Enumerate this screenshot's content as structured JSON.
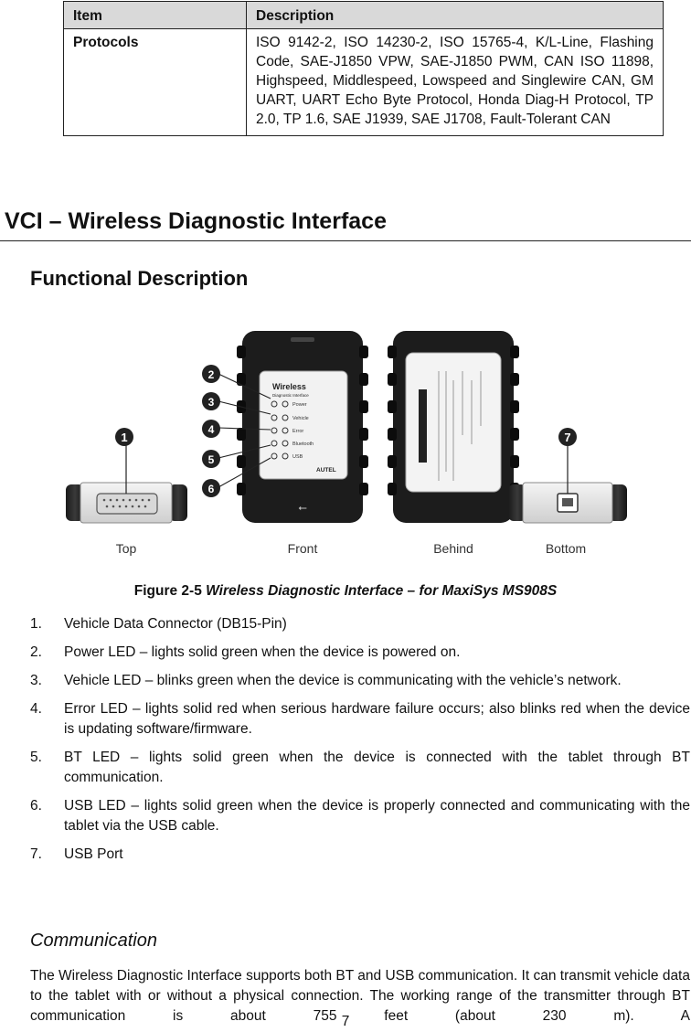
{
  "table": {
    "headers": [
      "Item",
      "Description"
    ],
    "rows": [
      {
        "item": "Protocols",
        "description": "ISO 9142-2, ISO 14230-2, ISO 15765-4, K/L-Line, Flashing Code, SAE-J1850 VPW, SAE-J1850 PWM, CAN ISO 11898, Highspeed, Middlespeed, Lowspeed and Singlewire CAN, GM UART, UART Echo Byte Protocol, Honda Diag-H Protocol, TP 2.0, TP 1.6, SAE J1939, SAE J1708, Fault-Tolerant CAN"
      }
    ]
  },
  "section_title": "VCI – Wireless Diagnostic Interface",
  "subsection_title": "Functional Description",
  "figure": {
    "views": [
      "Top",
      "Front",
      "Behind",
      "Bottom"
    ],
    "callouts": [
      "1",
      "2",
      "3",
      "4",
      "5",
      "6",
      "7"
    ],
    "device_labels": {
      "brand_line1": "Wireless",
      "brand_line2": "Diagnostic Interface",
      "leds": [
        "Power",
        "Vehicle",
        "Error",
        "Bluetooth",
        "USB"
      ],
      "logo": "AUTEL"
    },
    "caption_number": "Figure 2-5",
    "caption_title": "Wireless Diagnostic Interface – for MaxiSys MS908S"
  },
  "list": [
    {
      "num": "1.",
      "text": "Vehicle Data Connector (DB15-Pin)"
    },
    {
      "num": "2.",
      "text": "Power LED – lights solid green when the device is powered on."
    },
    {
      "num": "3.",
      "text": "Vehicle LED – blinks green when the device is communicating with the vehicle’s network."
    },
    {
      "num": "4.",
      "text": "Error LED – lights solid red when serious hardware failure occurs; also blinks red when the device is updating software/firmware."
    },
    {
      "num": "5.",
      "text": "BT LED – lights solid green when the device is connected with the tablet through BT communication."
    },
    {
      "num": "6.",
      "text": "USB LED – lights solid green when the device is properly connected and communicating with the tablet via the USB cable."
    },
    {
      "num": "7.",
      "text": "USB Port"
    }
  ],
  "communication_title": "Communication",
  "communication_text": "The Wireless Diagnostic Interface supports both BT and USB communication. It can transmit vehicle data to the tablet with or without a physical connection. The working range of the transmitter through BT communication is about 755 feet (about 230 m). A",
  "page_number": "7"
}
